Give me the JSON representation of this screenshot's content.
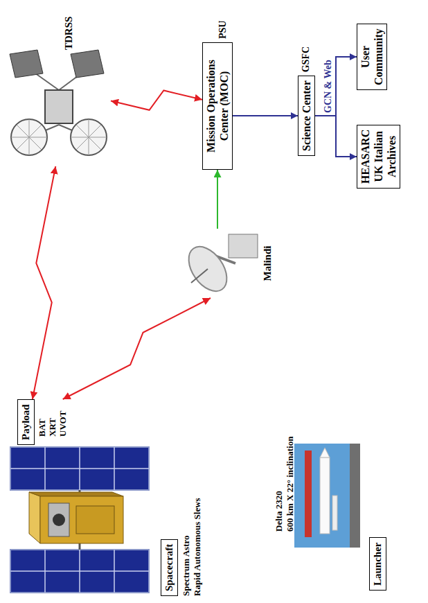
{
  "diagram": {
    "nodes": [
      {
        "text": [
          "Spacecraft",
          "Spectrum Astro",
          "Rapid Autonomous Slews"
        ]
      },
      {
        "text": [
          "Payload",
          "BAT XRT UVOT"
        ]
      },
      {
        "text": [
          "Launcher",
          "Delta 2320",
          "600 km X 22° inclination"
        ]
      },
      {
        "text": [
          "TDRSS"
        ]
      },
      {
        "text": [
          "Malindi"
        ]
      },
      {
        "text": [
          "Mission Operations Center (MOC)",
          "PSU"
        ]
      },
      {
        "text": [
          "Science Center",
          "GSFC"
        ]
      },
      {
        "text": [
          "User Community"
        ]
      },
      {
        "text": [
          "HEASARC UK Italian Archives"
        ]
      }
    ],
    "edges": [
      {
        "from": 1,
        "to": 3,
        "arrow": "both"
      },
      {
        "from": 1,
        "to": 4,
        "arrow": "both"
      },
      {
        "from": 3,
        "to": 5,
        "arrow": "both"
      },
      {
        "from": 4,
        "to": 5,
        "arrow": "to"
      },
      {
        "from": 5,
        "to": 6,
        "arrow": "to"
      },
      {
        "from": 6,
        "to": 7,
        "arrow": "to",
        "label": "GCN & Web"
      },
      {
        "from": 6,
        "to": 8,
        "arrow": "to"
      }
    ]
  }
}
